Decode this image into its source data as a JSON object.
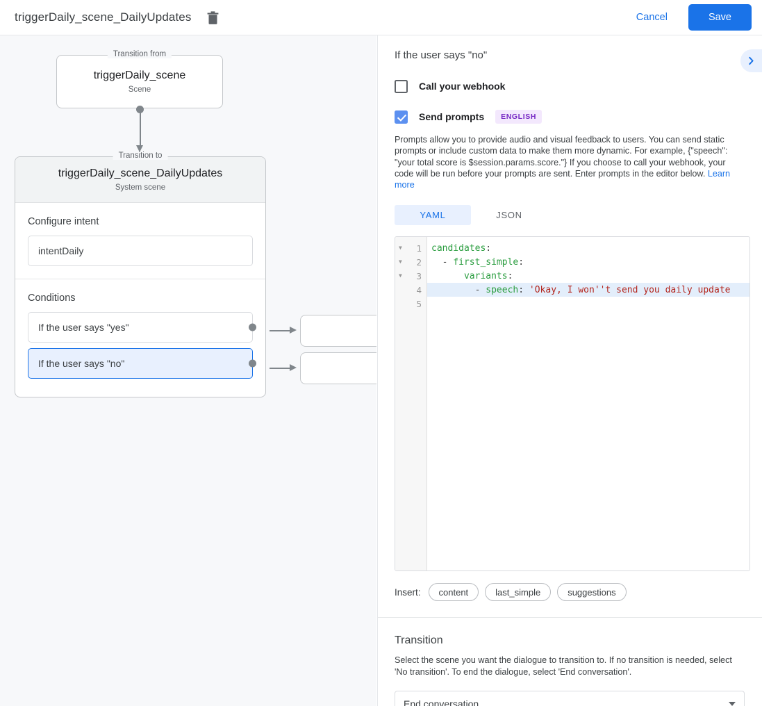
{
  "topbar": {
    "title": "triggerDaily_scene_DailyUpdates",
    "delete_icon": "trash-icon",
    "cancel_label": "Cancel",
    "save_label": "Save",
    "accent_color": "#1a73e8"
  },
  "canvas": {
    "from_node": {
      "legend": "Transition from",
      "title": "triggerDaily_scene",
      "subtitle": "Scene"
    },
    "to_node": {
      "legend": "Transition to",
      "title": "triggerDaily_scene_DailyUpdates",
      "subtitle": "System scene"
    },
    "intent_section": {
      "label": "Configure intent",
      "value": "intentDaily"
    },
    "conditions_section": {
      "label": "Conditions",
      "items": [
        {
          "label": "If the user says \"yes\"",
          "selected": false
        },
        {
          "label": "If the user says \"no\"",
          "selected": true
        }
      ]
    }
  },
  "panel": {
    "title": "If the user says \"no\"",
    "collapse_icon": "chevron-right-icon",
    "webhook": {
      "label": "Call your webhook",
      "checked": false
    },
    "prompts": {
      "label": "Send prompts",
      "checked": true,
      "language_badge": "ENGLISH",
      "badge_color": "#7627c4",
      "description": "Prompts allow you to provide audio and visual feedback to users. You can send static prompts or include custom data to make them more dynamic. For example, {\"speech\": \"your total score is $session.params.score.\"} If you choose to call your webhook, your code will be run before your prompts are sent. Enter prompts in the editor below. ",
      "learn_more": "Learn more"
    },
    "format_tabs": [
      {
        "label": "YAML",
        "active": true
      },
      {
        "label": "JSON",
        "active": false
      }
    ],
    "editor": {
      "active_line": 4,
      "lines": [
        {
          "number": "1",
          "foldable": true,
          "active": false,
          "tokens": [
            {
              "text": "candidates",
              "type": "key"
            },
            {
              "text": ":",
              "type": "punc"
            }
          ]
        },
        {
          "number": "2",
          "foldable": true,
          "active": false,
          "tokens": [
            {
              "text": "  - ",
              "type": "punc"
            },
            {
              "text": "first_simple",
              "type": "key"
            },
            {
              "text": ":",
              "type": "punc"
            }
          ]
        },
        {
          "number": "3",
          "foldable": true,
          "active": false,
          "tokens": [
            {
              "text": "      ",
              "type": "punc"
            },
            {
              "text": "variants",
              "type": "key"
            },
            {
              "text": ":",
              "type": "punc"
            }
          ]
        },
        {
          "number": "4",
          "foldable": false,
          "active": true,
          "tokens": [
            {
              "text": "        - ",
              "type": "punc"
            },
            {
              "text": "speech",
              "type": "key"
            },
            {
              "text": ": ",
              "type": "punc"
            },
            {
              "text": "'Okay, I won''t send you daily update",
              "type": "str"
            }
          ]
        },
        {
          "number": "5",
          "foldable": false,
          "active": false,
          "tokens": []
        }
      ]
    },
    "insert": {
      "label": "Insert:",
      "chips": [
        "content",
        "last_simple",
        "suggestions"
      ]
    },
    "transition": {
      "title": "Transition",
      "description": "Select the scene you want the dialogue to transition to. If no transition is needed, select 'No transition'. To end the dialogue, select 'End conversation'.",
      "selected": "End conversation"
    }
  }
}
